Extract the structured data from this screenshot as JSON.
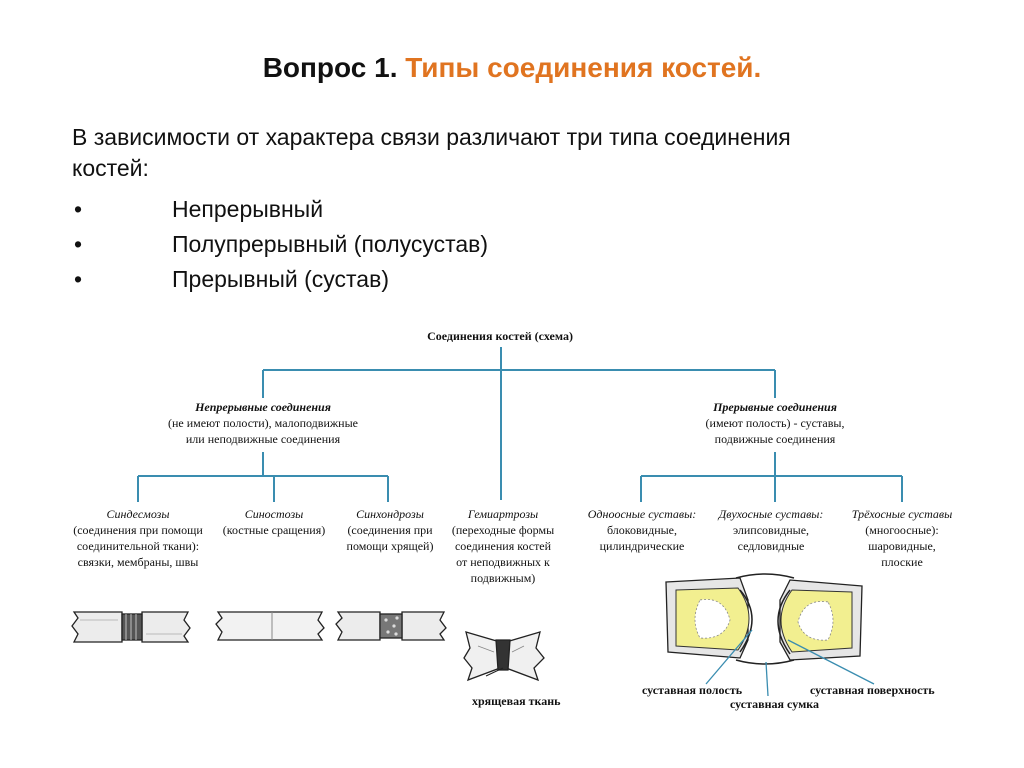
{
  "slide": {
    "title_prefix": "Вопрос 1",
    "title_dot": ".",
    "title_main": "Типы соединения костей.",
    "intro_line1": "В зависимости от характера связи различают три типа соединения",
    "intro_line2": "костей:",
    "bullets": [
      {
        "dot": "•",
        "text": "Непрерывный"
      },
      {
        "dot": "•",
        "text": "Полупрерывный (полусустав)"
      },
      {
        "dot": "•",
        "text": "Прерывный (сустав)"
      }
    ]
  },
  "scheme": {
    "root": "Соединения костей (схема)",
    "continuous": {
      "head": "Непрерывные соединения",
      "line2": "(не имеют полости), малоподвижные",
      "line3": "или неподвижные соединения"
    },
    "discontinuous": {
      "head": "Прерывные соединения",
      "line2": "(имеют полость) - суставы,",
      "line3": "подвижные соединения"
    },
    "syndesmoses": {
      "head": "Синдесмозы",
      "l2": "(соединения при помощи",
      "l3": "соединительной ткани):",
      "l4": "связки, мембраны, швы"
    },
    "synostoses": {
      "head": "Синостозы",
      "l2": "(костные сращения)"
    },
    "synchondroses": {
      "head": "Синхондрозы",
      "l2": "(соединения при",
      "l3": "помощи хрящей)"
    },
    "hemiarthroses": {
      "head": "Гемиартрозы",
      "l2": "(переходные формы",
      "l3": "соединения костей",
      "l4": "от неподвижных к",
      "l5": "подвижным)"
    },
    "uniaxial": {
      "head": "Одноосные суставы:",
      "l2": "блоковидные,",
      "l3": "цилиндрические"
    },
    "biaxial": {
      "head": "Двухосные суставы:",
      "l2": "элипсовидные,",
      "l3": "седловидные"
    },
    "triaxial": {
      "head": "Трёхосные суставы",
      "l2": "(многоосные):",
      "l3": "шаровидные,",
      "l4": "плоские"
    },
    "cartilage_label": "хрящевая ткань",
    "joint_cavity": "суставная полость",
    "joint_capsule": "суставная сумка",
    "joint_surface": "суставная поверхность"
  },
  "colors": {
    "accent": "#e07420",
    "connector": "#3a8db0",
    "bone_fill": "#f2ef90",
    "cartilage_fill": "#d9d9d9"
  }
}
